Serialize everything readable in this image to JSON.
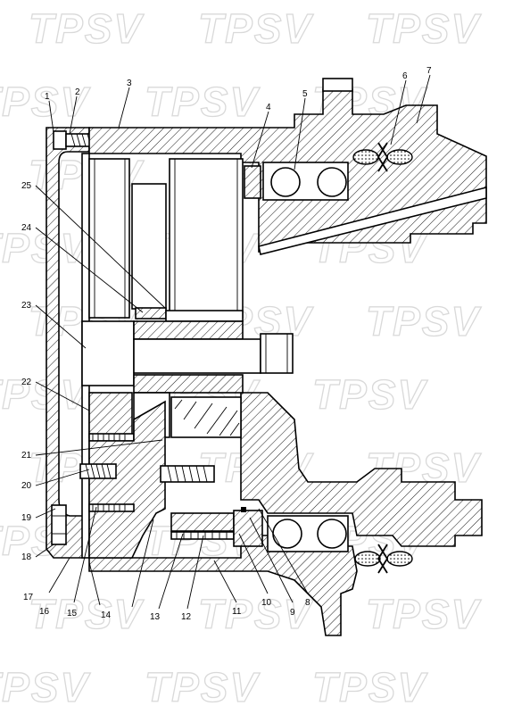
{
  "watermark": {
    "text": "TPSV"
  },
  "callouts": [
    {
      "id": "1",
      "text": "1"
    },
    {
      "id": "2",
      "text": "2"
    },
    {
      "id": "3",
      "text": "3"
    },
    {
      "id": "4",
      "text": "4"
    },
    {
      "id": "5",
      "text": "5"
    },
    {
      "id": "6",
      "text": "6"
    },
    {
      "id": "7",
      "text": "7"
    },
    {
      "id": "8",
      "text": "8"
    },
    {
      "id": "9",
      "text": "9"
    },
    {
      "id": "10",
      "text": "10"
    },
    {
      "id": "11",
      "text": "11"
    },
    {
      "id": "12",
      "text": "12"
    },
    {
      "id": "13",
      "text": "13"
    },
    {
      "id": "14",
      "text": "14"
    },
    {
      "id": "15",
      "text": "15"
    },
    {
      "id": "16",
      "text": "16"
    },
    {
      "id": "17",
      "text": "17"
    },
    {
      "id": "18",
      "text": "18"
    },
    {
      "id": "19",
      "text": "19"
    },
    {
      "id": "20",
      "text": "20"
    },
    {
      "id": "21",
      "text": "21"
    },
    {
      "id": "22",
      "text": "22"
    },
    {
      "id": "23",
      "text": "23"
    },
    {
      "id": "24",
      "text": "24"
    },
    {
      "id": "25",
      "text": "25"
    }
  ]
}
